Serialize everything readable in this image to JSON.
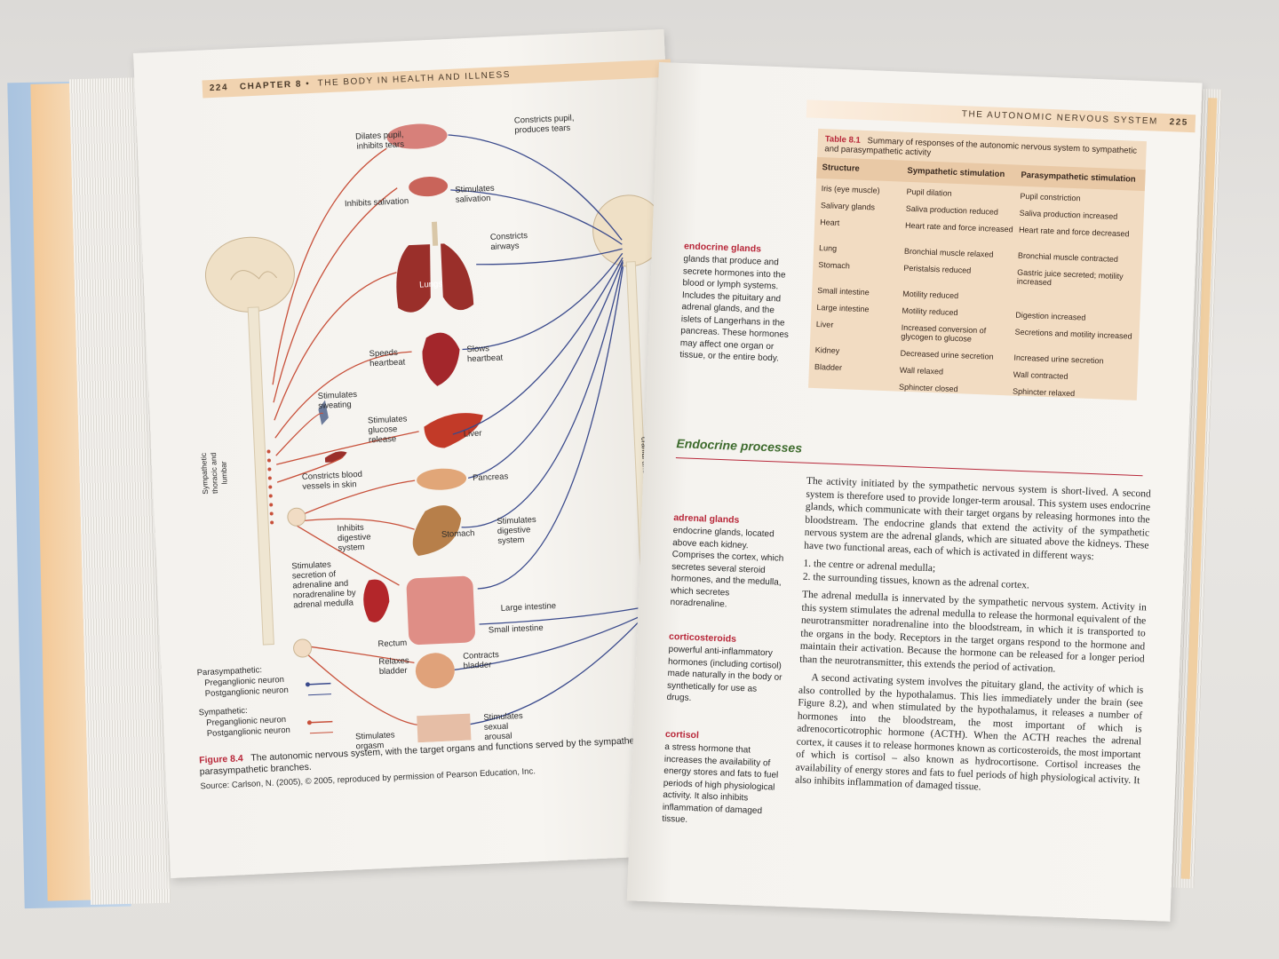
{
  "left_page": {
    "header": {
      "page_number": "224",
      "chapter": "CHAPTER 8",
      "title": "THE BODY IN HEALTH AND ILLNESS"
    },
    "figure_labels": {
      "dilates_pupil": "Dilates pupil, inhibits tears",
      "constricts_pupil": "Constricts pupil, produces tears",
      "inhibits_salivation": "Inhibits salivation",
      "stimulates_salivation": "Stimulates salivation",
      "constricts_airways": "Constricts airways",
      "lungs": "Lungs",
      "speeds_heartbeat": "Speeds heartbeat",
      "slows_heartbeat": "Slows heartbeat",
      "stimulates_sweating": "Stimulates sweating",
      "stimulates_glucose": "Stimulates glucose release",
      "liver": "Liver",
      "constricts_vessels": "Constricts blood vessels in skin",
      "pancreas": "Pancreas",
      "inhibits_digestive": "Inhibits digestive system",
      "stomach": "Stomach",
      "stimulates_digestive": "Stimulates digestive system",
      "stimulates_secretion": "Stimulates secretion of adrenaline and noradrenaline by adrenal medulla",
      "large_intestine": "Large intestine",
      "small_intestine": "Small intestine",
      "rectum": "Rectum",
      "relaxes_bladder": "Relaxes bladder",
      "contracts_bladder": "Contracts bladder",
      "stimulates_orgasm": "Stimulates orgasm",
      "stimulates_arousal": "Stimulates sexual arousal",
      "sympathetic_chain": "Sympathetic thoracic and lumbar",
      "parasympathetic_chain": "Parasympathetic cranial and sacral",
      "legend_para": "Parasympathetic:",
      "legend_para_pre": "Preganglionic neuron",
      "legend_para_post": "Postganglionic neuron",
      "legend_sym": "Sympathetic:",
      "legend_sym_pre": "Preganglionic neuron",
      "legend_sym_post": "Postganglionic neuron"
    },
    "caption": {
      "figure_id": "Figure 8.4",
      "text": "The autonomic nervous system, with the target organs and functions served by the sympathetic and parasympathetic branches.",
      "source": "Source: Carlson, N. (2005), © 2005, reproduced by permission of Pearson Education, Inc."
    }
  },
  "right_page": {
    "header": {
      "title": "THE AUTONOMIC NERVOUS SYSTEM",
      "page_number": "225"
    },
    "table": {
      "id": "Table 8.1",
      "title": "Summary of responses of the autonomic nervous system to sympathetic and parasympathetic activity",
      "columns": [
        "Structure",
        "Sympathetic stimulation",
        "Parasympathetic stimulation"
      ],
      "rows": [
        [
          "Iris (eye muscle)",
          "Pupil dilation",
          "Pupil constriction"
        ],
        [
          "Salivary glands",
          "Saliva production reduced",
          "Saliva production increased"
        ],
        [
          "Heart",
          "Heart rate and force increased",
          "Heart rate and force decreased"
        ],
        [
          "Lung",
          "Bronchial muscle relaxed",
          "Bronchial muscle contracted"
        ],
        [
          "Stomach",
          "Peristalsis reduced",
          "Gastric juice secreted; motility increased"
        ],
        [
          "Small intestine",
          "Motility reduced",
          ""
        ],
        [
          "Large intestine",
          "Motility reduced",
          "Digestion increased"
        ],
        [
          "Liver",
          "Increased conversion of glycogen to glucose",
          "Secretions and motility increased"
        ],
        [
          "Kidney",
          "Decreased urine secretion",
          "Increased urine secretion"
        ],
        [
          "Bladder",
          "Wall relaxed",
          "Wall contracted"
        ],
        [
          "",
          "Sphincter closed",
          "Sphincter relaxed"
        ]
      ]
    },
    "margin_terms": [
      {
        "term": "endocrine glands",
        "definition": "glands that produce and secrete hormones into the blood or lymph systems. Includes the pituitary and adrenal glands, and the islets of Langerhans in the pancreas. These hormones may affect one organ or tissue, or the entire body."
      },
      {
        "term": "adrenal glands",
        "definition": "endocrine glands, located above each kidney. Comprises the cortex, which secretes several steroid hormones, and the medulla, which secretes noradrenaline."
      },
      {
        "term": "corticosteroids",
        "definition": "powerful anti-inflammatory hormones (including cortisol) made naturally in the body or synthetically for use as drugs."
      },
      {
        "term": "cortisol",
        "definition": "a stress hormone that increases the availability of energy stores and fats to fuel periods of high physiological activity. It also inhibits inflammation of damaged tissue."
      }
    ],
    "section_heading": "Endocrine processes",
    "body": {
      "p1": "The activity initiated by the sympathetic nervous system is short-lived. A second system is therefore used to provide longer-term arousal. This system uses endocrine glands, which communicate with their target organs by releasing hormones into the bloodstream. The endocrine glands that extend the activity of the sympathetic nervous system are the adrenal glands, which are situated above the kidneys. These have two functional areas, each of which is activated in different ways:",
      "list1": "1. the centre or adrenal medulla;",
      "list2": "2. the surrounding tissues, known as the adrenal cortex.",
      "p2": "The adrenal medulla is innervated by the sympathetic nervous system. Activity in this system stimulates the adrenal medulla to release the hormonal equivalent of the neurotransmitter noradrenaline into the bloodstream, in which it is transported to the organs in the body. Receptors in the target organs respond to the hormone and maintain their activation. Because the hormone can be released for a longer period than the neurotransmitter, this extends the period of activation.",
      "p3": "A second activating system involves the pituitary gland, the activity of which is also controlled by the hypothalamus. This lies immediately under the brain (see Figure 8.2), and when stimulated by the hypothalamus, it releases a number of hormones into the bloodstream, the most important of which is adrenocorticotrophic hormone (ACTH). When the ACTH reaches the adrenal cortex, it causes it to release hormones known as corticosteroids, the most important of which is cortisol – also known as hydrocortisone. Cortisol increases the availability of energy stores and fats to fuel periods of high physiological activity. It also inhibits inflammation of damaged tissue."
    }
  },
  "colors": {
    "accent_red": "#b8283a",
    "sympathetic": "#c8503a",
    "parasympathetic": "#3a4a8c",
    "section_green": "#3d6b2d",
    "table_bg": "#f2dcc2"
  }
}
